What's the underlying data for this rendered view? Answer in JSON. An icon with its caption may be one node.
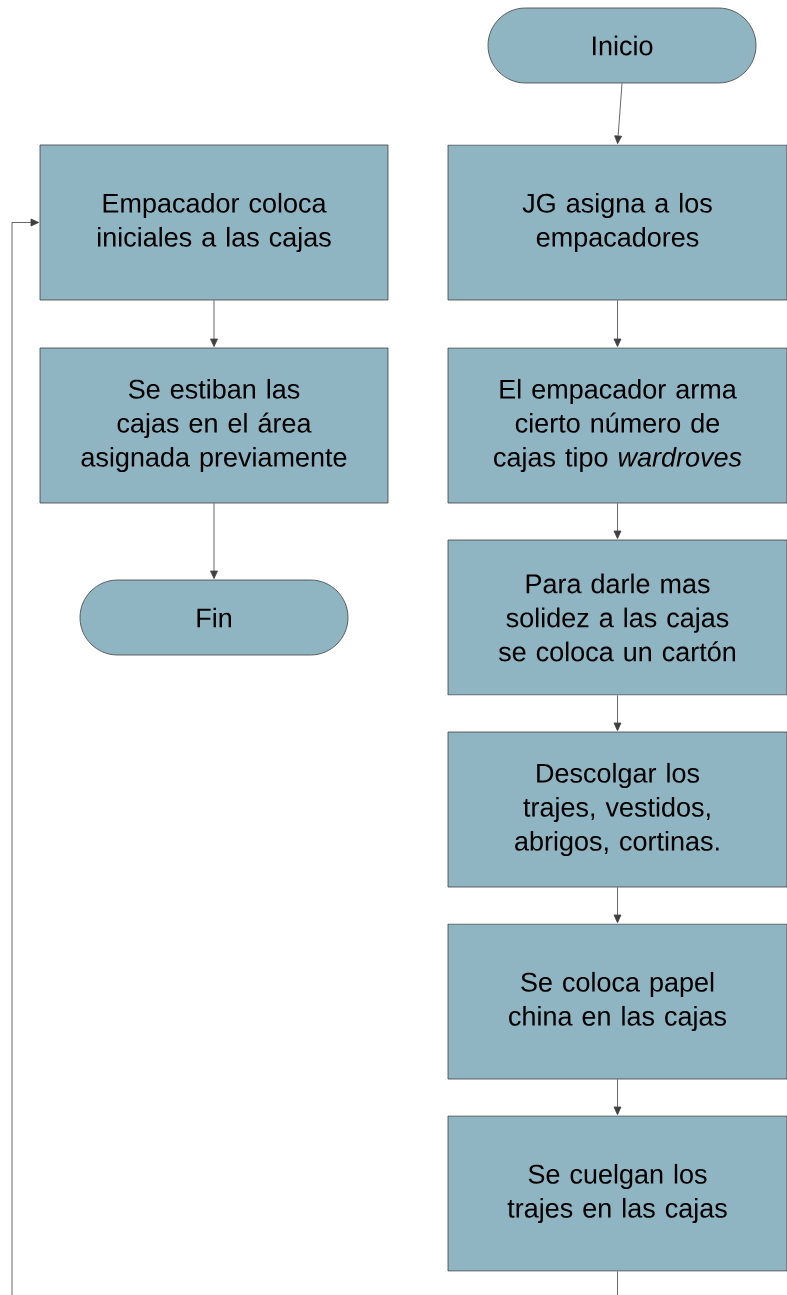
{
  "diagram": {
    "nodes": [
      {
        "text": [
          "Inicio"
        ]
      },
      {
        "text": [
          "JG asigna a los empacadores"
        ]
      },
      {
        "text": [
          "El empacador arma cierto número de cajas tipo *wardroves*"
        ]
      },
      {
        "text": [
          "Para darle mas solidez a las cajas se coloca un cartón"
        ]
      },
      {
        "text": [
          "Descolgar los trajes, vestidos, abrigos, cortinas."
        ]
      },
      {
        "text": [
          "Se coloca papel china en las cajas"
        ]
      },
      {
        "text": [
          "Se cuelgan los trajes en las cajas"
        ]
      },
      {
        "text": [
          "Empacador coloca iniciales a las cajas"
        ]
      },
      {
        "text": [
          "Se estiban las cajas en el área asignada previamente"
        ]
      },
      {
        "text": [
          "Fin"
        ]
      }
    ],
    "edges": [
      {
        "from": 0,
        "to": 1,
        "arrow": "to"
      },
      {
        "from": 1,
        "to": 2,
        "arrow": "to"
      },
      {
        "from": 2,
        "to": 3,
        "arrow": "to"
      },
      {
        "from": 3,
        "to": 4,
        "arrow": "to"
      },
      {
        "from": 4,
        "to": 5,
        "arrow": "to"
      },
      {
        "from": 5,
        "to": 6,
        "arrow": "to"
      },
      {
        "from": 6,
        "to": 7,
        "arrow": "to"
      },
      {
        "from": 7,
        "to": 8,
        "arrow": "to"
      },
      {
        "from": 8,
        "to": 9,
        "arrow": "to"
      }
    ]
  }
}
